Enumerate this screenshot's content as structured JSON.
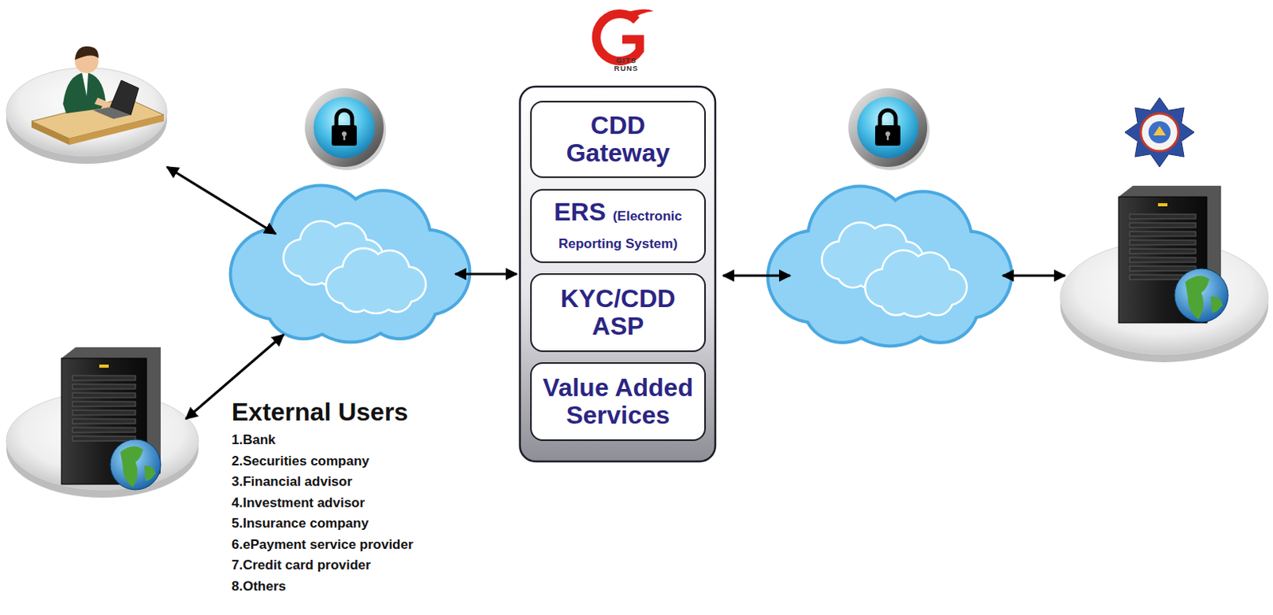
{
  "diagram": {
    "nodes": [
      {
        "text": [
          "CDD Gateway"
        ]
      },
      {
        "text": [
          "ERS",
          "(Electronic Reporting System)"
        ]
      },
      {
        "text": [
          "KYC/CDD ASP"
        ]
      },
      {
        "text": [
          "Value Added Services"
        ]
      },
      {
        "text": [
          "External Users",
          "1.Bank",
          "2.Securities company",
          "3.Financial advisor",
          "4.Investment advisor",
          "5.Insurance company",
          "6.ePayment service provider",
          "7.Credit card provider",
          "8.Others"
        ]
      }
    ],
    "labels": [
      "GITS RUNS"
    ]
  }
}
